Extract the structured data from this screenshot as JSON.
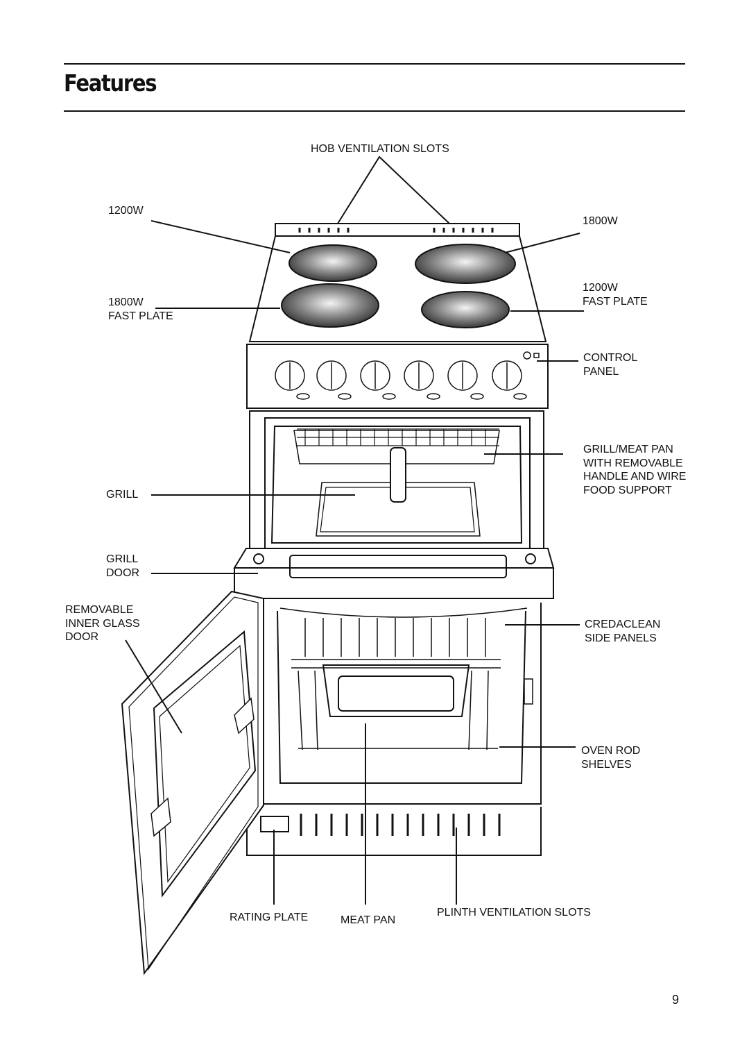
{
  "page": {
    "title": "Features",
    "page_number": "9"
  },
  "labels": {
    "hob_vent": "HOB VENTILATION SLOTS",
    "rear_left_plate": "1200W",
    "rear_right_plate": "1800W",
    "front_left_plate": [
      "1800W",
      "FAST PLATE"
    ],
    "front_right_plate": [
      "1200W",
      "FAST PLATE"
    ],
    "control_panel": [
      "CONTROL",
      "PANEL"
    ],
    "grill_pan": [
      "GRILL/MEAT PAN",
      "WITH REMOVABLE",
      "HANDLE AND WIRE",
      "FOOD SUPPORT"
    ],
    "grill": "GRILL",
    "grill_door": [
      "GRILL",
      "DOOR"
    ],
    "inner_glass": [
      "REMOVABLE",
      "INNER GLASS",
      "DOOR"
    ],
    "side_panels": [
      "CREDACLEAN",
      "SIDE PANELS"
    ],
    "shelves": [
      "OVEN ROD",
      "SHELVES"
    ],
    "rating_plate": "RATING PLATE",
    "meat_pan": "MEAT PAN",
    "plinth_vent": "PLINTH VENTILATION SLOTS"
  }
}
